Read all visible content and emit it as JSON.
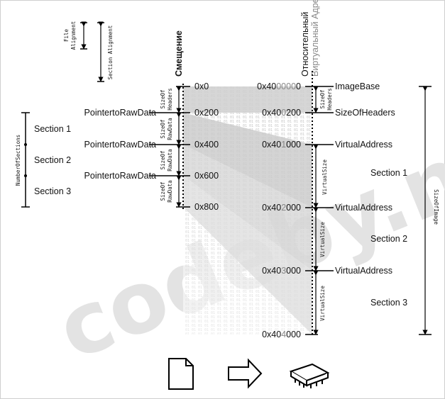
{
  "file_alignment_label": "File\nAlignment",
  "section_alignment_label": "Section Alignment",
  "offset_header": "Смещение",
  "rva_header_1": "Относительный",
  "rva_header_2": "Виртуальный Адрес",
  "number_of_sections": "NumberOfSections",
  "size_of_image": "SizeOfImage",
  "pointer_to_raw_data": "PointertoRawData",
  "size_of_headers_v": "SizeOf\nHeaders",
  "size_of_raw_data_v": "SizeOf\nRawData",
  "virtual_size_v": "VirtualSize",
  "sections": [
    "Section 1",
    "Section 2",
    "Section 3"
  ],
  "offsets": [
    "0x0",
    "0x200",
    "0x400",
    "0x600",
    "0x800"
  ],
  "rva": [
    {
      "prefix": "0x",
      "mid": "40",
      "hi": "0000",
      "rest": "0"
    },
    {
      "prefix": "0x",
      "mid": "40",
      "hi": "0",
      "rest": "200"
    },
    {
      "prefix": "0x",
      "mid": "40",
      "hi": "1",
      "rest": "000"
    },
    {
      "prefix": "0x",
      "mid": "40",
      "hi": "2",
      "rest": "000"
    },
    {
      "prefix": "0x",
      "mid": "40",
      "hi": "3",
      "rest": "000"
    },
    {
      "prefix": "0x",
      "mid": "40",
      "hi": "4",
      "rest": "000"
    }
  ],
  "right_labels": [
    "ImageBase",
    "SizeOfHeaders",
    "VirtualAddress",
    "VirtualAddress",
    "VirtualAddress"
  ],
  "watermark": "codeby.net",
  "icons": [
    "file-icon",
    "arrow-icon",
    "chip-icon"
  ]
}
